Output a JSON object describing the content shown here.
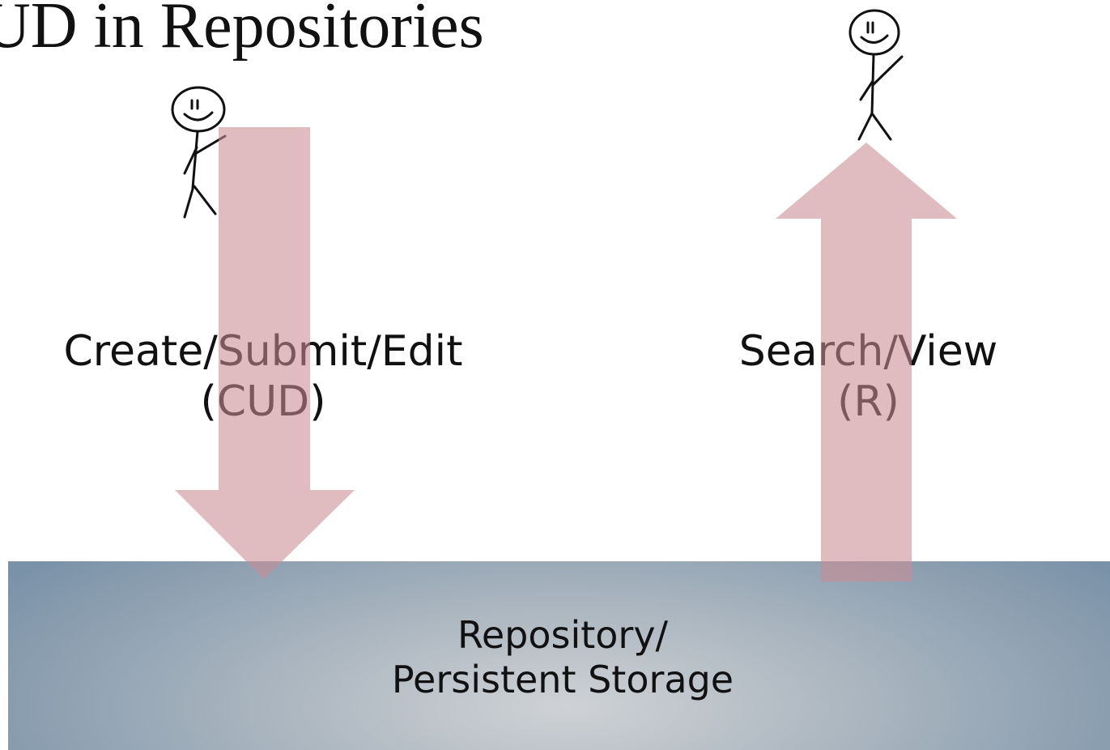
{
  "title": "UD in Repositories",
  "create_label": {
    "line1": "Create/Submit/Edit",
    "line2": "(CUD)"
  },
  "search_label": {
    "line1": "Search/View",
    "line2": "(R)"
  },
  "repository_label": {
    "line1": "Repository/",
    "line2": "Persistent Storage"
  },
  "colors": {
    "arrow": "#d7adb0",
    "storage_edge": "#7a92a8",
    "storage_center": "#cfd2d5",
    "ink": "#111111"
  }
}
